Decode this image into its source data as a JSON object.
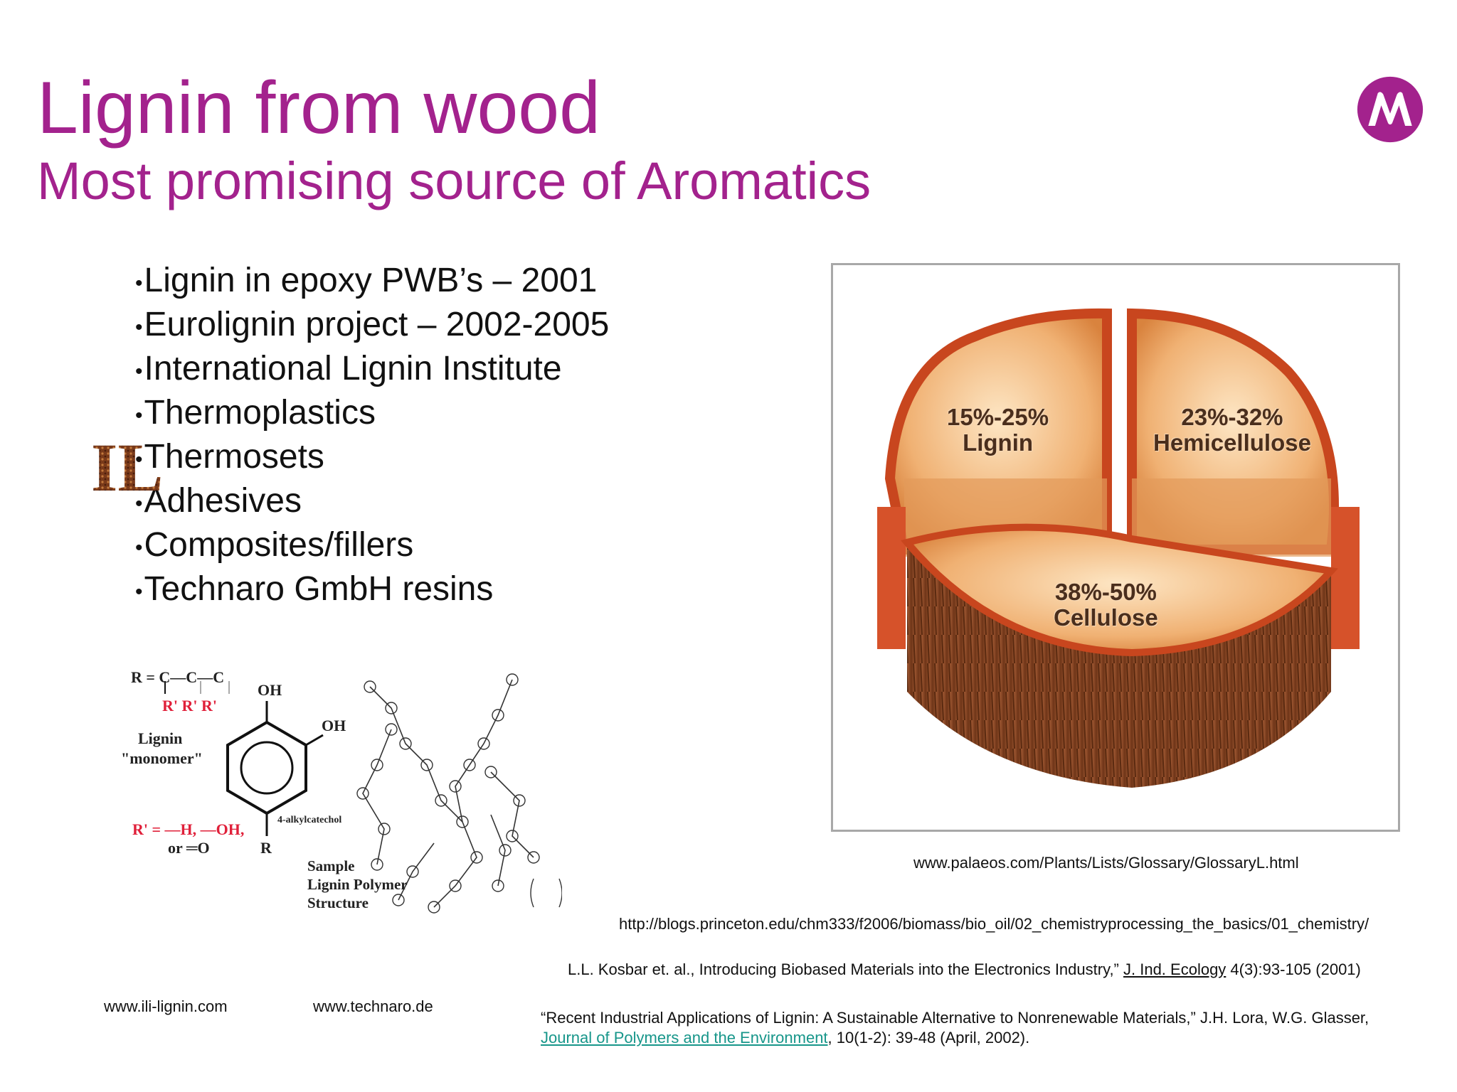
{
  "slide": {
    "title": "Lignin from wood",
    "subtitle": "Most promising source of Aromatics",
    "accent_color": "#a3228d"
  },
  "logo": {
    "icon": "motorola-logo-icon",
    "color": "#a3228d"
  },
  "bullets": [
    "Lignin in epoxy PWB’s – 2001",
    "Eurolignin project – 2002-2005",
    "International Lignin Institute",
    "Thermoplastics",
    "Thermosets",
    "Adhesives",
    "Composites/fillers",
    "Technaro GmbH resins"
  ],
  "ili_logo": {
    "text": "ILI",
    "icon": "ili-logo-icon"
  },
  "chemistry": {
    "r_formula": "R = C—C—C",
    "r_prime_row": "R'  R'  R'",
    "oh_top": "OH",
    "oh_right": "OH",
    "monomer_label_1": "Lignin",
    "monomer_label_2": "\"monomer\"",
    "catechol_label": "4-alkylcatechol",
    "r_prime_def_1": "R' = —H, —OH,",
    "r_prime_def_2": "or ═O",
    "r_bottom": "R",
    "polymer_label_1": "Sample",
    "polymer_label_2": "Lignin Polymer",
    "polymer_label_3": "Structure"
  },
  "wood_pie": {
    "segments": [
      {
        "label_pct": "15%-25%",
        "label_name": "Lignin"
      },
      {
        "label_pct": "23%-32%",
        "label_name": "Hemicellulose"
      },
      {
        "label_pct": "38%-50%",
        "label_name": "Cellulose"
      }
    ],
    "colors": {
      "wood_light": "#f4c48a",
      "wood_mid": "#e09a55",
      "bark": "#c8461e",
      "trunk": "#8b4a2a"
    }
  },
  "references": {
    "palaeos": "www.palaeos.com/Plants/Lists/Glossary/GlossaryL.html",
    "princeton": "http://blogs.princeton.edu/chm333/f2006/biomass/bio_oil/02_chemistryprocessing_the_basics/01_chemistry/",
    "kosbar_pre": "L.L. Kosbar et. al., Introducing Biobased Materials into the Electronics Industry,” ",
    "kosbar_journal": "J. Ind. Ecology",
    "kosbar_post": " 4(3):93-105 (2001)",
    "ili_url": "www.ili-lignin.com",
    "technaro_url": "www.technaro.de",
    "lora_line1": "“Recent Industrial Applications of Lignin: A Sustainable Alternative to Nonrenewable Materials,” J.H. Lora, W.G. Glasser,",
    "lora_journal": "Journal of Polymers and the Environment",
    "lora_post": ",  10(1-2): 39-48 (April, 2002)."
  }
}
